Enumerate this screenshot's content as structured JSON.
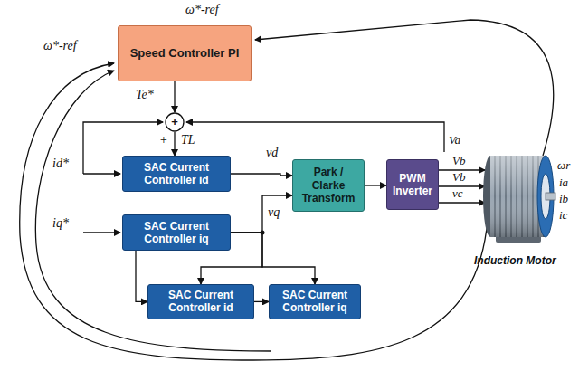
{
  "diagram": {
    "nodes": [
      {
        "text": [
          "Speed Controller PI"
        ]
      },
      {
        "text": [
          "+"
        ]
      },
      {
        "text": [
          "SAC Current Controller id"
        ]
      },
      {
        "text": [
          "SAC Current Controller iq"
        ]
      },
      {
        "text": [
          "Park / Clarke Transform"
        ]
      },
      {
        "text": [
          "PWM Inverter"
        ]
      },
      {
        "text": [
          "SAC Current Controller id"
        ]
      },
      {
        "text": [
          "SAC Current Controller iq"
        ]
      }
    ],
    "edges": [
      {
        "from": 0,
        "to": 1,
        "arrow": "to"
      },
      {
        "from": 1,
        "to": 2,
        "arrow": "to"
      },
      {
        "from": 2,
        "to": 4,
        "arrow": "to"
      },
      {
        "from": 3,
        "to": 4,
        "arrow": "to"
      },
      {
        "from": 4,
        "to": 5,
        "arrow": "to"
      },
      {
        "from": 3,
        "to": 6,
        "arrow": "to"
      },
      {
        "from": 3,
        "to": 6,
        "arrow": "to"
      },
      {
        "from": 3,
        "to": 7,
        "arrow": "to"
      },
      {
        "from": 6,
        "to": 7,
        "arrow": "to"
      }
    ],
    "labels": [
      "ω*-ref",
      "ω*-ref",
      "Te*",
      "TL",
      "+",
      "id*",
      "iq*",
      "vd",
      "vq",
      "Va",
      "Vb",
      "Vb",
      "vc",
      "ωr",
      "ia",
      "ib",
      "ic",
      "Induction Motor"
    ]
  }
}
